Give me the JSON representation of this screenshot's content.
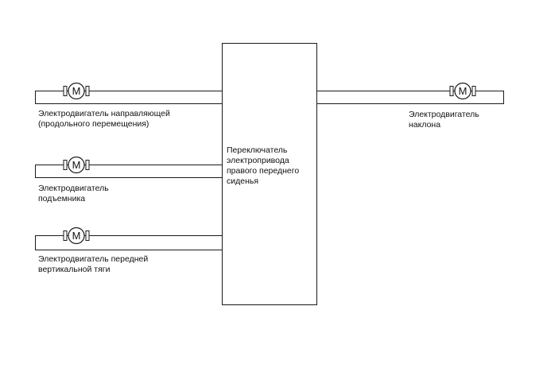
{
  "switch": {
    "lines": [
      "Переключатель",
      "электропривода",
      "правого переднего",
      "сиденья"
    ]
  },
  "motors": [
    {
      "id": "slide",
      "symbol": "M",
      "lines": [
        "Электродвигатель направляющей",
        "(продольного перемещения)"
      ]
    },
    {
      "id": "lifter",
      "symbol": "M",
      "lines": [
        "Электродвигатель",
        "подъемника"
      ]
    },
    {
      "id": "front-vertical",
      "symbol": "M",
      "lines": [
        "Электродвигатель передней",
        "вертикальной тяги"
      ]
    },
    {
      "id": "recline",
      "symbol": "M",
      "lines": [
        "Электродвигатель",
        "наклона"
      ]
    }
  ],
  "colors": {
    "line": "#1a1a1a",
    "background": "#ffffff"
  }
}
